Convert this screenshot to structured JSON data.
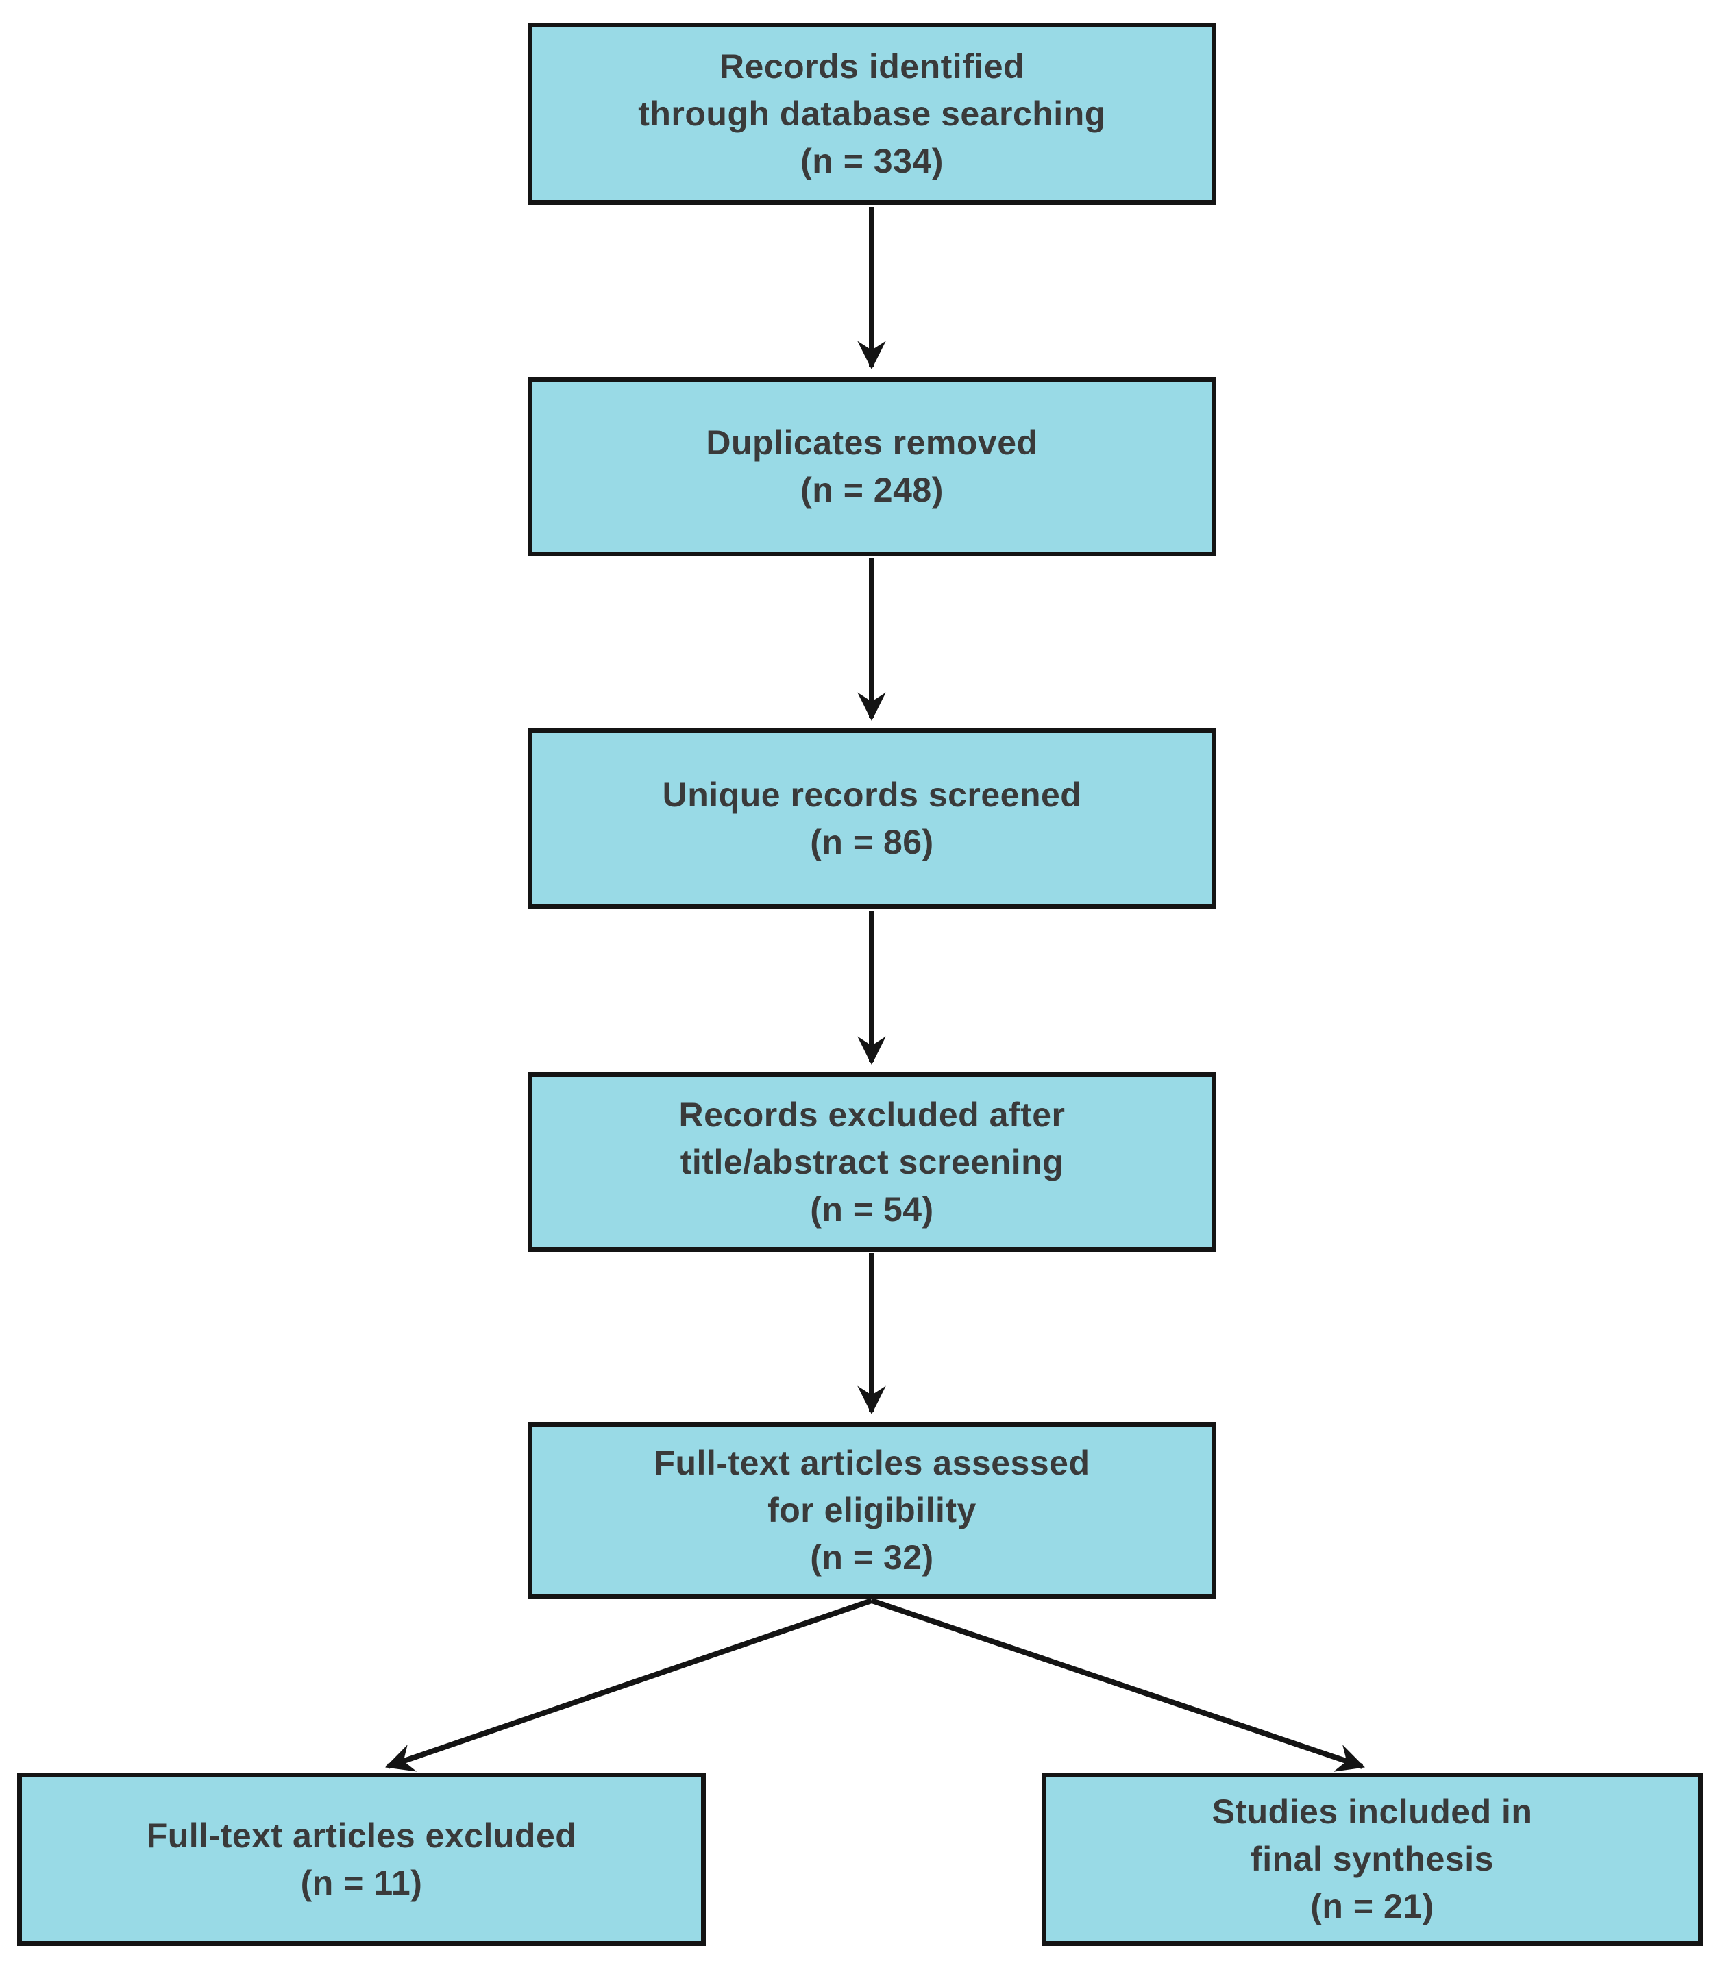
{
  "style": {
    "box-fill": "#99dae6",
    "box-border": "#141414",
    "text-color": "#3a3a3a",
    "arrow-color": "#141414",
    "background": "#ffffff"
  },
  "diagram_type": "prisma-flowchart",
  "nodes": [
    {
      "id": "records-identified",
      "n": 334,
      "lines": [
        "Records identified",
        "through database searching",
        "(n = 334)"
      ]
    },
    {
      "id": "duplicates-removed",
      "n": 248,
      "lines": [
        "Duplicates removed",
        "(n = 248)"
      ]
    },
    {
      "id": "unique-records-screened",
      "n": 86,
      "lines": [
        "Unique records screened",
        "(n = 86)"
      ]
    },
    {
      "id": "records-excluded",
      "n": 54,
      "lines": [
        "Records excluded after",
        "title/abstract screening",
        "(n = 54)"
      ]
    },
    {
      "id": "full-text-assessed",
      "n": 32,
      "lines": [
        "Full-text articles assessed",
        "for eligibility",
        "(n = 32)"
      ]
    },
    {
      "id": "full-text-excluded",
      "n": 11,
      "lines": [
        "Full-text articles excluded",
        "(n = 11)"
      ]
    },
    {
      "id": "studies-included",
      "n": 21,
      "lines": [
        "Studies included in",
        "final synthesis",
        "(n = 21)"
      ]
    }
  ],
  "edges": [
    {
      "from": "records-identified",
      "to": "duplicates-removed"
    },
    {
      "from": "duplicates-removed",
      "to": "unique-records-screened"
    },
    {
      "from": "unique-records-screened",
      "to": "records-excluded"
    },
    {
      "from": "records-excluded",
      "to": "full-text-assessed"
    },
    {
      "from": "full-text-assessed",
      "to": "full-text-excluded"
    },
    {
      "from": "full-text-assessed",
      "to": "studies-included"
    }
  ]
}
